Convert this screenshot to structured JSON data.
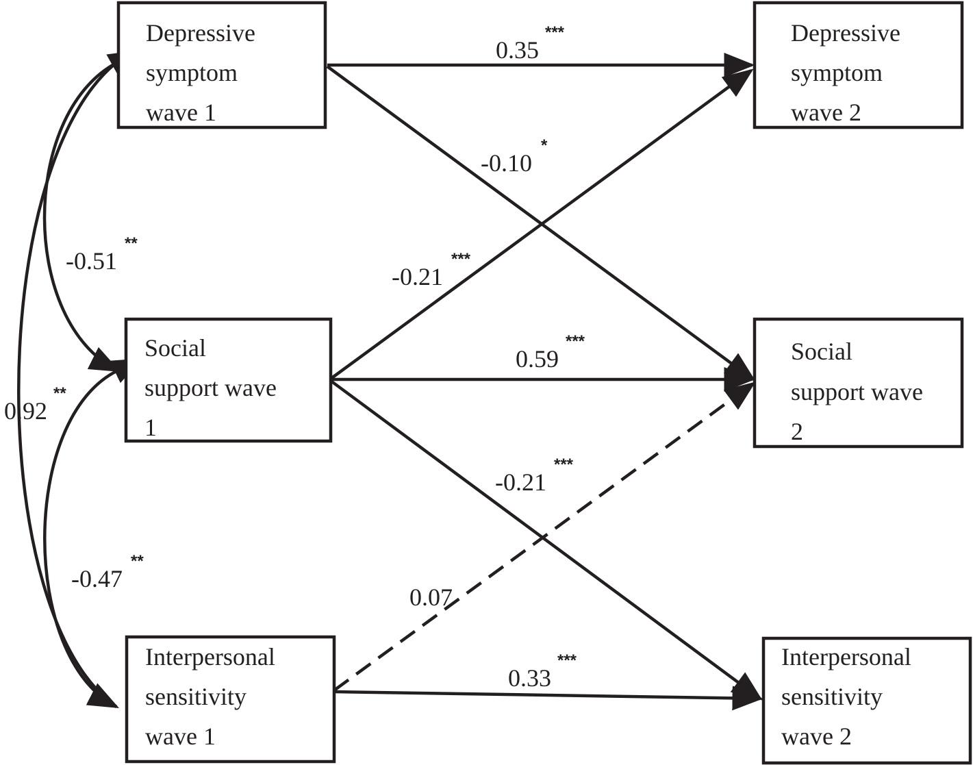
{
  "nodes": {
    "dep_w1": {
      "lines": [
        "Depressive",
        "symptom",
        "wave 1"
      ]
    },
    "ss_w1": {
      "lines": [
        "Social",
        "support wave",
        "1"
      ]
    },
    "ip_w1": {
      "lines": [
        "Interpersonal",
        "sensitivity",
        "wave 1"
      ]
    },
    "dep_w2": {
      "lines": [
        "Depressive",
        "symptom",
        "wave 2"
      ]
    },
    "ss_w2": {
      "lines": [
        "Social",
        "support wave",
        "2"
      ]
    },
    "ip_w2": {
      "lines": [
        "Interpersonal",
        "sensitivity",
        "wave 2"
      ]
    }
  },
  "paths": {
    "dep1_dep2": {
      "from": "dep_w1",
      "to": "dep_w2",
      "value": "0.35",
      "sig": "***",
      "style": "solid"
    },
    "dep1_ss2": {
      "from": "dep_w1",
      "to": "ss_w2",
      "value": "-0.10",
      "sig": "*",
      "style": "solid"
    },
    "ss1_dep2": {
      "from": "ss_w1",
      "to": "dep_w2",
      "value": "-0.21",
      "sig": "***",
      "style": "solid"
    },
    "ss1_ss2": {
      "from": "ss_w1",
      "to": "ss_w2",
      "value": "0.59",
      "sig": "***",
      "style": "solid"
    },
    "ss1_ip2": {
      "from": "ss_w1",
      "to": "ip_w2",
      "value": "-0.21",
      "sig": "***",
      "style": "solid"
    },
    "ip1_ss2": {
      "from": "ip_w1",
      "to": "ss_w2",
      "value": "0.07",
      "sig": "",
      "style": "dashed"
    },
    "ip1_ip2": {
      "from": "ip_w1",
      "to": "ip_w2",
      "value": "0.33",
      "sig": "***",
      "style": "solid"
    }
  },
  "correlations": {
    "dep1_ss1": {
      "between": [
        "dep_w1",
        "ss_w1"
      ],
      "value": "-0.51",
      "sig": "**"
    },
    "ss1_ip1": {
      "between": [
        "ss_w1",
        "ip_w1"
      ],
      "value": "-0.47",
      "sig": "**"
    },
    "dep1_ip1": {
      "between": [
        "dep_w1",
        "ip_w1"
      ],
      "value": "0.92",
      "sig": "**"
    }
  },
  "colors": {
    "ink": "#231f20",
    "background": "#ffffff"
  }
}
